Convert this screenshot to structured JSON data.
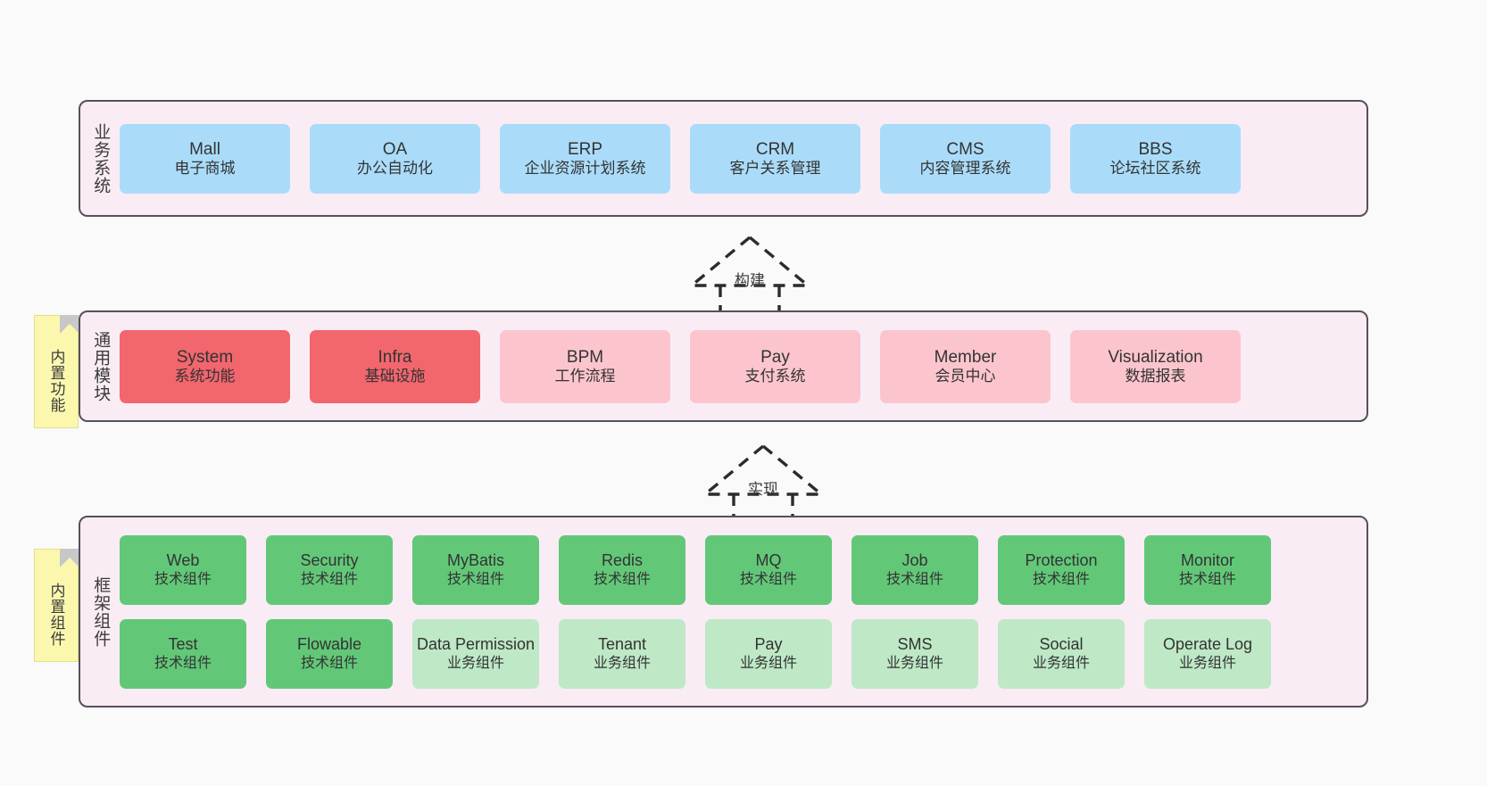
{
  "diagram": {
    "title": "ruoyi-vue-pro architecture layers",
    "background": "#fafafa",
    "colors": {
      "panel_bg": "#f9ecf5",
      "panel_border": "#555159",
      "business_box": "#aadcfa",
      "module_strong": "#f2666d",
      "module_soft": "#fcc5cd",
      "tech_component": "#62c878",
      "business_component": "#bee8c6",
      "note_bg": "#fbf8ae",
      "note_fold": "#c9c9c9"
    }
  },
  "layers": [
    {
      "id": "business",
      "label": "业务系统",
      "rows": [
        [
          {
            "en": "Mall",
            "cn": "电子商城"
          },
          {
            "en": "OA",
            "cn": "办公自动化"
          },
          {
            "en": "ERP",
            "cn": "企业资源计划系统"
          },
          {
            "en": "CRM",
            "cn": "客户关系管理"
          },
          {
            "en": "CMS",
            "cn": "内容管理系统"
          },
          {
            "en": "BBS",
            "cn": "论坛社区系统"
          }
        ]
      ]
    },
    {
      "id": "modules",
      "label": "通用模块",
      "note": "内置功能",
      "rows": [
        [
          {
            "en": "System",
            "cn": "系统功能",
            "variant": "strong"
          },
          {
            "en": "Infra",
            "cn": "基础设施",
            "variant": "strong"
          },
          {
            "en": "BPM",
            "cn": "工作流程",
            "variant": "soft"
          },
          {
            "en": "Pay",
            "cn": "支付系统",
            "variant": "soft"
          },
          {
            "en": "Member",
            "cn": "会员中心",
            "variant": "soft"
          },
          {
            "en": "Visualization",
            "cn": "数据报表",
            "variant": "soft"
          }
        ]
      ]
    },
    {
      "id": "framework",
      "label": "框架组件",
      "note": "内置组件",
      "rows": [
        [
          {
            "en": "Web",
            "cn": "技术组件",
            "variant": "tech"
          },
          {
            "en": "Security",
            "cn": "技术组件",
            "variant": "tech"
          },
          {
            "en": "MyBatis",
            "cn": "技术组件",
            "variant": "tech"
          },
          {
            "en": "Redis",
            "cn": "技术组件",
            "variant": "tech"
          },
          {
            "en": "MQ",
            "cn": "技术组件",
            "variant": "tech"
          },
          {
            "en": "Job",
            "cn": "技术组件",
            "variant": "tech"
          },
          {
            "en": "Protection",
            "cn": "技术组件",
            "variant": "tech"
          },
          {
            "en": "Monitor",
            "cn": "技术组件",
            "variant": "tech"
          }
        ],
        [
          {
            "en": "Test",
            "cn": "技术组件",
            "variant": "tech"
          },
          {
            "en": "Flowable",
            "cn": "技术组件",
            "variant": "tech"
          },
          {
            "en": "Data Permission",
            "cn": "业务组件",
            "variant": "biz2"
          },
          {
            "en": "Tenant",
            "cn": "业务组件",
            "variant": "biz2"
          },
          {
            "en": "Pay",
            "cn": "业务组件",
            "variant": "biz2"
          },
          {
            "en": "SMS",
            "cn": "业务组件",
            "variant": "biz2"
          },
          {
            "en": "Social",
            "cn": "业务组件",
            "variant": "biz2"
          },
          {
            "en": "Operate Log",
            "cn": "业务组件",
            "variant": "biz2"
          }
        ]
      ]
    }
  ],
  "arrows": [
    {
      "id": "build",
      "label": "构建",
      "from": "modules",
      "to": "business"
    },
    {
      "id": "implement",
      "label": "实现",
      "from": "framework",
      "to": "modules"
    }
  ]
}
